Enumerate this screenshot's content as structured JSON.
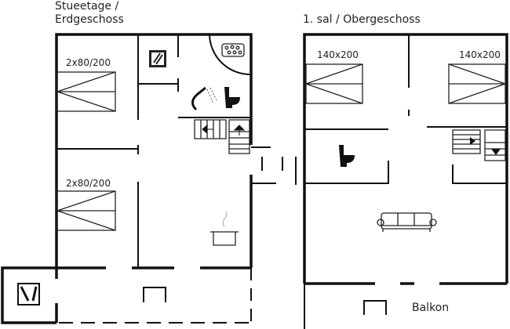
{
  "ground_floor": {
    "title_line1": "Stueetage /",
    "title_line2": "Erdgeschoss",
    "bed1_label": "2x80/200",
    "bed2_label": "2x80/200"
  },
  "upper_floor": {
    "title": "1. sal / Obergeschoss",
    "bed1_label": "140x200",
    "bed2_label": "140x200",
    "balcony_label": "Balkon"
  }
}
